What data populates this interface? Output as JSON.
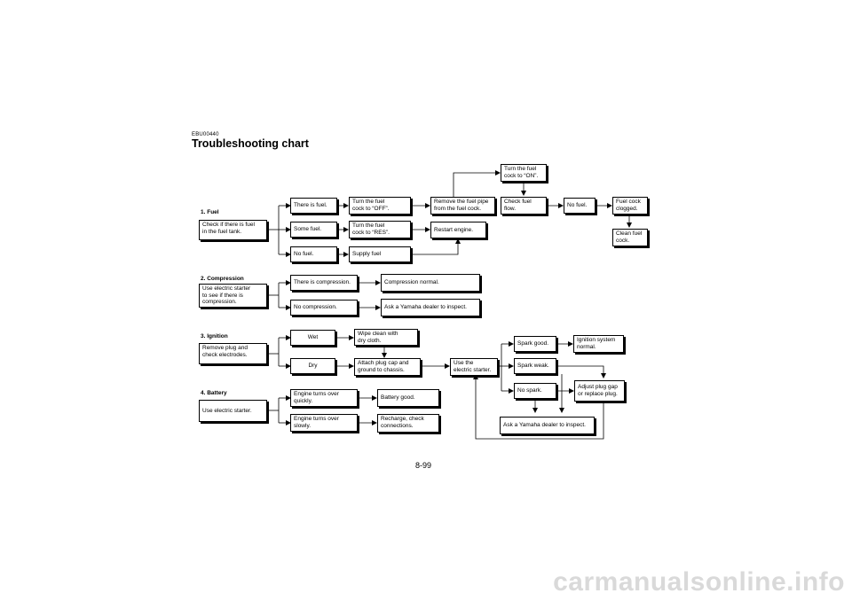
{
  "doc": {
    "code": "EBU00440",
    "title": "Troubleshooting chart",
    "page_number": "8-99",
    "watermark": "carmanualsonline.info"
  },
  "sections": {
    "fuel": {
      "heading": "1. Fuel",
      "start": "Check if there is fuel\nin the fuel tank.",
      "there_is_fuel": "There is fuel.",
      "some_fuel": "Some fuel.",
      "no_fuel": "No fuel.",
      "turn_off": "Turn the fuel\ncock to “OFF”.",
      "turn_res": "Turn the fuel\ncock to “RES”.",
      "supply_fuel": "Supply fuel",
      "remove_pipe": "Remove the fuel pipe\nfrom the fuel cock.",
      "restart_engine": "Restart engine.",
      "turn_on": "Turn the fuel\ncock to “ON”.",
      "check_flow": "Check fuel\nflow.",
      "no_fuel_flow": "No fuel.",
      "cock_clogged": "Fuel cock\nclogged.",
      "clean_cock": "Clean fuel\ncock."
    },
    "compression": {
      "heading": "2. Compression",
      "start": "Use electric starter\nto see if there is\ncompression.",
      "there_is": "There is compression.",
      "none": "No compression.",
      "normal": "Compression normal.",
      "ask_dealer": "Ask a Yamaha dealer to inspect."
    },
    "ignition": {
      "heading": "3. Ignition",
      "start": "Remove plug and\ncheck electrodes.",
      "wet": "Wet",
      "dry": "Dry",
      "wipe": "Wipe clean with\ndry cloth.",
      "attach": "Attach plug cap and\nground to chassis.",
      "use_starter": "Use the\nelectric starter.",
      "spark_good": "Spark good.",
      "spark_weak": "Spark weak.",
      "no_spark": "No spark.",
      "system_normal": "Ignition system\nnormal.",
      "adjust_plug": "Adjust plug gap\nor replace plug.",
      "ask_dealer": "Ask a Yamaha dealer to inspect."
    },
    "battery": {
      "heading": "4. Battery",
      "start": "Use electric starter.",
      "turns_quickly": "Engine turns over\nquickly.",
      "turns_slowly": "Engine turns over\nslowly.",
      "battery_good": "Battery good.",
      "recharge": "Recharge, check\nconnections."
    }
  }
}
